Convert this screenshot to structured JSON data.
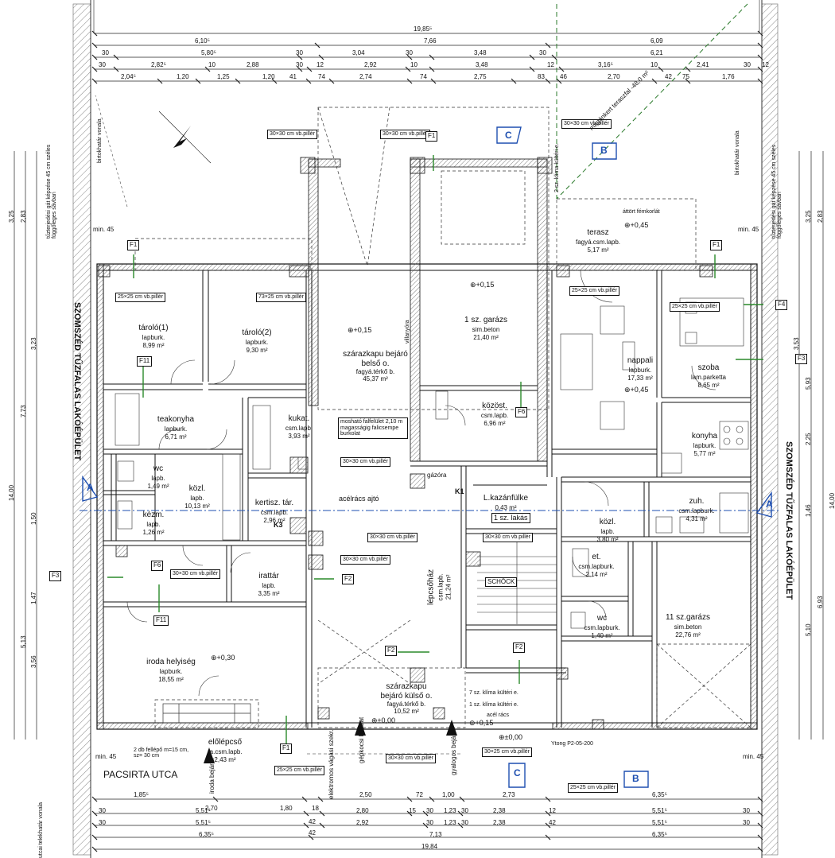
{
  "street": "PACSIRTA UTCA",
  "neighbor_left": "SZOMSZÉD TŰZFALAS LAKÓÉPÜLET",
  "neighbor_right": "SZOMSZÉD TŰZFALAS LAKÓÉPÜLET",
  "boundary_notes": {
    "top_left": "birtokhatár vonala",
    "top_right": "birtokhatár vonala",
    "bottom_left": "utcai telekhatár vonala",
    "fire_left": "tűzterjedési gát képzése 45 cm széles függőleges sávban",
    "fire_right": "tűzterjedési gát képzése 45 cm széles függőleges sávban"
  },
  "top_dimensions": {
    "total": "19,85⁵",
    "row1": [
      "6,10⁵",
      "7,66",
      "6,09"
    ],
    "row2": [
      "30",
      "5,80⁵",
      "30",
      "3,04",
      "30",
      "3,48",
      "30",
      "6,21"
    ],
    "row3": [
      "30",
      "2,82⁵",
      "10",
      "2,88",
      "30",
      "12",
      "2,92",
      "10",
      "3,48",
      "12",
      "3,16⁵",
      "10",
      "2,41",
      "30",
      "12"
    ],
    "row4": [
      "2,04⁵",
      "1,20",
      "1,25",
      "1,20",
      "41",
      "74",
      "2,74",
      "74",
      "2,75",
      "83",
      "46",
      "2,70",
      "42",
      "75",
      "1,76"
    ]
  },
  "bottom_dimensions": {
    "row1": [
      "1,85⁵",
      "2,70",
      "1,80",
      "18",
      "2,50",
      "72",
      "1,00",
      "2,73",
      "6,35⁵"
    ],
    "row2": [
      "30",
      "5,51⁵",
      "42",
      "2,80",
      "15",
      "30",
      "1,23",
      "30",
      "2,38",
      "12",
      "5,51⁵",
      "30"
    ],
    "row3": [
      "30",
      "5,51⁵",
      "42",
      "2,92",
      "30",
      "1,23",
      "30",
      "2,38",
      "42",
      "5,51⁵",
      "30"
    ],
    "row4": [
      "6,35⁵",
      "7,13",
      "6,35⁵"
    ],
    "total": "19,84"
  },
  "left_dimensions": [
    "3,25",
    "2,83",
    "3,23",
    "7,73",
    "14,00",
    "1,50",
    "1,47",
    "5,13",
    "3,56",
    "45"
  ],
  "right_dimensions": [
    "3,25",
    "2,83",
    "3,53",
    "5,93",
    "2,25",
    "1,46",
    "14,00",
    "6,93",
    "5,10",
    "45"
  ],
  "rooms": [
    {
      "name": "tároló(1)",
      "floor": "lapburk.",
      "area": "8,99 m²"
    },
    {
      "name": "tároló(2)",
      "floor": "lapburk.",
      "area": "9,30 m²"
    },
    {
      "name": "teakonyha",
      "floor": "lapburk.",
      "area": "6,71 m²"
    },
    {
      "name": "wc",
      "floor": "lapb.",
      "area": "1,49 m²"
    },
    {
      "name": "kézm.",
      "floor": "lapb.",
      "area": "1,26 m²"
    },
    {
      "name": "közl.",
      "floor": "lapb.",
      "area": "10,13 m²"
    },
    {
      "name": "iroda helyiség",
      "floor": "lapburk.",
      "area": "18,55 m²"
    },
    {
      "name": "irattár",
      "floor": "lapb.",
      "area": "3,35 m²"
    },
    {
      "name": "kukat.",
      "floor": "csm.lapb.",
      "area": "3,93 m²"
    },
    {
      "name": "kertisz. tár.",
      "floor": "csm.lapb.",
      "area": "2,96 m²"
    },
    {
      "name": "szárazkapu bejáró belső o.",
      "floor": "fagyá.térkő b.",
      "area": "45,37 m²"
    },
    {
      "name": "1 sz. garázs",
      "floor": "sim.beton",
      "area": "21,40 m²"
    },
    {
      "name": "közöst.",
      "floor": "csm.lapb.",
      "area": "6,96 m²"
    },
    {
      "name": "lépcsőház",
      "floor": "csm.lapb.",
      "area": "21,24 m²"
    },
    {
      "name": "szárazkapu bejáró külső o.",
      "floor": "fagyá.térkő b.",
      "area": "10,52 m²"
    },
    {
      "name": "terasz",
      "floor": "fagyá.csm.lapb.",
      "area": "5,17 m²"
    },
    {
      "name": "nappali",
      "floor": "lapburk.",
      "area": "17,33 m²"
    },
    {
      "name": "szoba",
      "floor": "lam.parketta",
      "area": "8,65 m²"
    },
    {
      "name": "konyha",
      "floor": "lapburk.",
      "area": "5,77 m²"
    },
    {
      "name": "zuh.",
      "floor": "csm.lapburk.",
      "area": "4,31 m²"
    },
    {
      "name": "közl.",
      "floor": "lapb.",
      "area": "3,80 m²"
    },
    {
      "name": "et.",
      "floor": "csm.lapburk.",
      "area": "2,14 m²"
    },
    {
      "name": "wc",
      "floor": "csm.lapburk.",
      "area": "1,40 m²"
    },
    {
      "name": "11 sz.garázs",
      "floor": "sim.beton",
      "area": "22,76 m²"
    },
    {
      "name": "L.kazánfülke",
      "floor": "",
      "area": "0,43 m²"
    },
    {
      "name": "előlépcső",
      "floor": "fa.csm.lapb.",
      "area": "2,43 m²"
    }
  ],
  "labels": {
    "pillar_30": "30×30 cm vb.pillér",
    "pillar_25": "25×25 cm vb.pillér",
    "pillar_73": "73×25 cm vb.pillér",
    "pillar_30x25": "30×25 cm vb.pillér",
    "wall_note": "mosható falfelület 2,10 m magasságig falicsempe burkolat",
    "gate": "acélrács ajtó",
    "flat1": "1 sz. lakás",
    "gazora": "gázóra",
    "schock": "SCHÖCK",
    "steps": "2 db fellépő m=15 cm, sz= 30 cm",
    "klima1": "2 sz. klíma kültéri e.",
    "klima2": "1 sz. klíma kültéri e.",
    "klima3": "7 sz. klíma kültéri e.",
    "acel_racs": "acél rács",
    "ytong": "Ytong P2-05-200",
    "terrace_line": "magánkert teraszfal -48,0 m²",
    "railing": "áttört fémkorlát",
    "irodabejarat": "iroda bejárat",
    "gepkocsi": "gépkocsi bejárat",
    "gyalogos": "gyalogos bejárat",
    "elektro": "elektromos vágási szekr.",
    "min45": "min. 45",
    "villanyora": "villanyóra"
  },
  "levels": [
    "+0,15",
    "+0,45",
    "+0,30",
    "±0,00",
    "+0,15",
    "+0,45",
    "+0,15",
    "±0,00"
  ],
  "section_marks": [
    "A",
    "B",
    "C"
  ],
  "tags": [
    "F1",
    "F2",
    "F3",
    "F4",
    "F6",
    "F11",
    "K1",
    "K3"
  ]
}
